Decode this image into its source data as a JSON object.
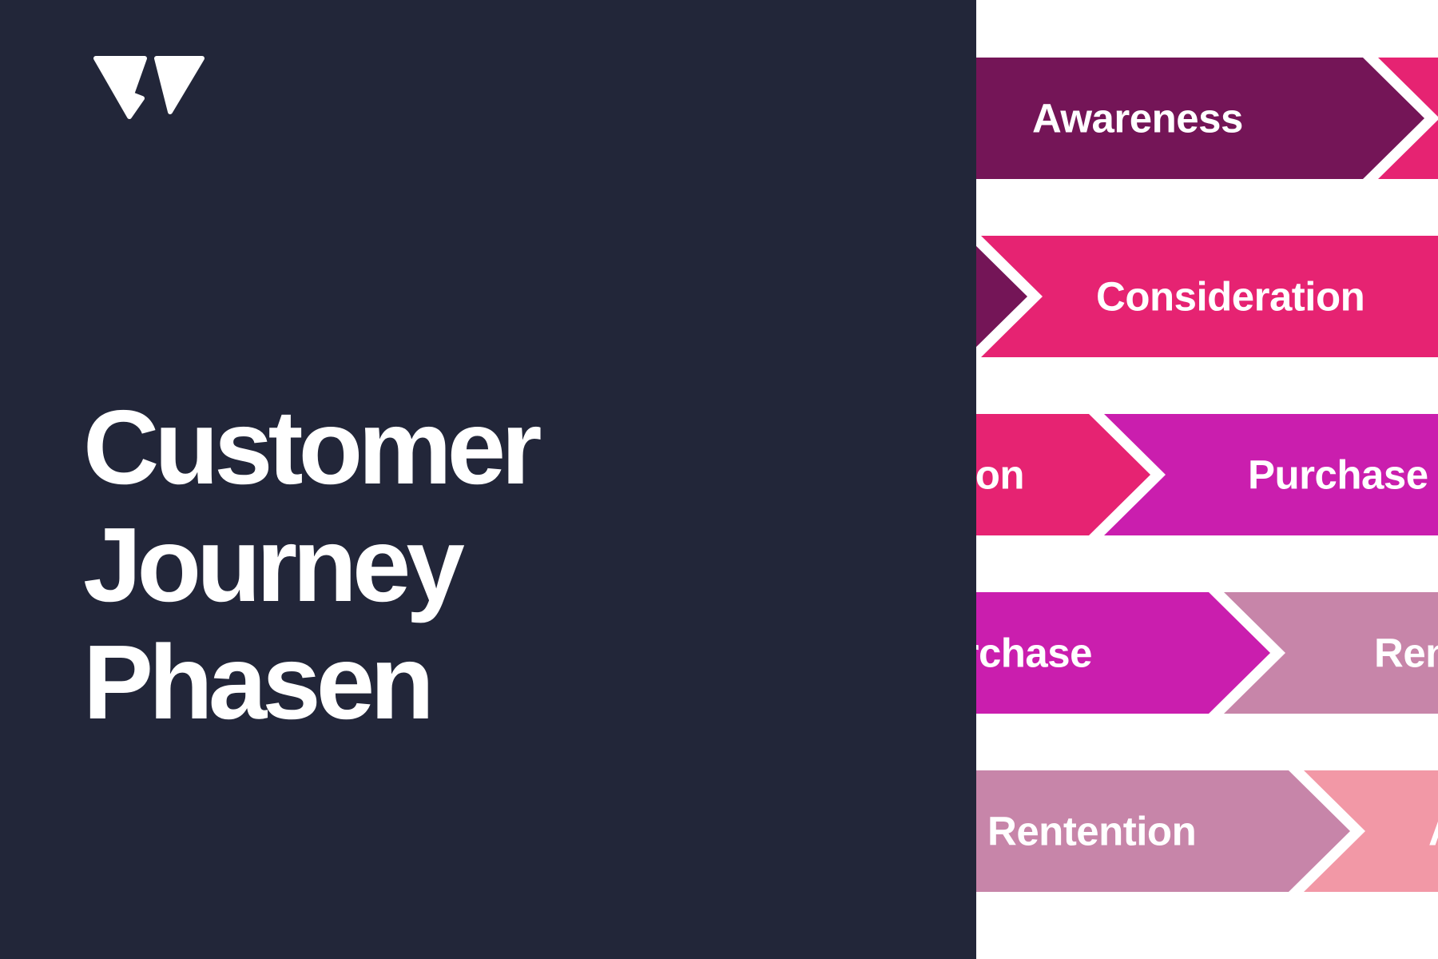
{
  "slide": {
    "background": "#ffffff",
    "panel_color": "#222639",
    "title_color": "#ffffff",
    "title_lines": [
      "Customer",
      "Journey",
      "Phasen"
    ],
    "logo": "w-mark-logo",
    "logo_color": "#ffffff"
  },
  "journey": {
    "type": "chevron-process-cascade",
    "separator_color": "#ffffff",
    "phases": [
      {
        "label": "Awareness",
        "color": "#741557"
      },
      {
        "label": "Consideration",
        "color": "#E62372"
      },
      {
        "label": "Purchase",
        "color": "#CA1EAE"
      },
      {
        "label": "Rentention",
        "color": "#C785A9"
      },
      {
        "label": "Advocacy",
        "color": "#F298A6"
      }
    ]
  }
}
